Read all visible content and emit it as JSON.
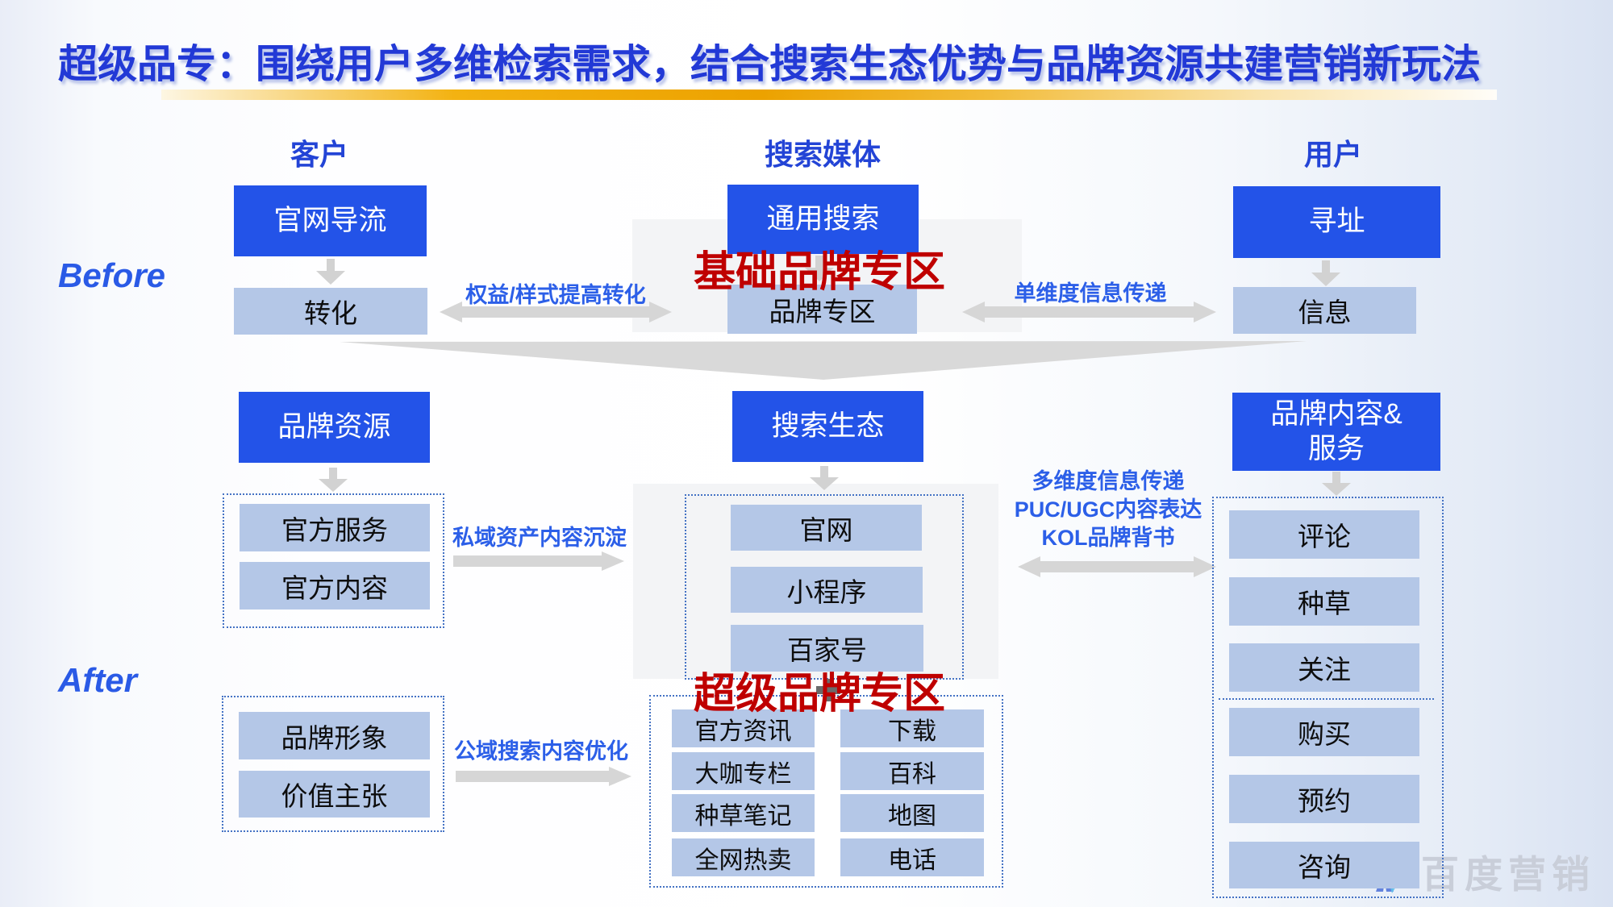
{
  "title": "超级品专：围绕用户多维检索需求，结合搜索生态优势与品牌资源共建营销新玩法",
  "columns": {
    "left": "客户",
    "center": "搜索媒体",
    "right": "用户"
  },
  "stage_labels": {
    "before": "Before",
    "after": "After"
  },
  "before": {
    "left": {
      "top": "官网导流",
      "bottom": "转化"
    },
    "center": {
      "top": "通用搜索",
      "bottom": "品牌专区",
      "overlay": "基础品牌专区"
    },
    "right": {
      "top": "寻址",
      "bottom": "信息"
    },
    "left_arrow_label": "权益/样式提高转化",
    "right_arrow_label": "单维度信息传递"
  },
  "after": {
    "left": {
      "top": "品牌资源",
      "group1": [
        "官方服务",
        "官方内容"
      ],
      "group2": [
        "品牌形象",
        "价值主张"
      ],
      "arrow1_label": "私域资产内容沉淀",
      "arrow2_label": "公域搜索内容优化"
    },
    "center": {
      "top": "搜索生态",
      "group1": [
        "官网",
        "小程序",
        "百家号"
      ],
      "overlay": "超级品牌专区",
      "grid_left": [
        "官方资讯",
        "大咖专栏",
        "种草笔记",
        "全网热卖"
      ],
      "grid_right": [
        "下载",
        "百科",
        "地图",
        "电话"
      ]
    },
    "right": {
      "top": "品牌内容&服务",
      "items_upper": [
        "评论",
        "种草",
        "关注"
      ],
      "items_lower": [
        "购买",
        "预约",
        "咨询"
      ],
      "arrow_label_lines": [
        "多维度信息传递",
        "PUC/UGC内容表达",
        "KOL品牌背书"
      ]
    }
  },
  "watermark": "百度营销",
  "colors": {
    "primary_blue": "#2353e8",
    "light_blue": "#b4c7e7",
    "overlay_red": "#bf0000",
    "label_blue": "#2c5fe8",
    "arrow_gray": "#d6d6d6",
    "title_blue": "#2239d6",
    "gold": "#eca200"
  }
}
